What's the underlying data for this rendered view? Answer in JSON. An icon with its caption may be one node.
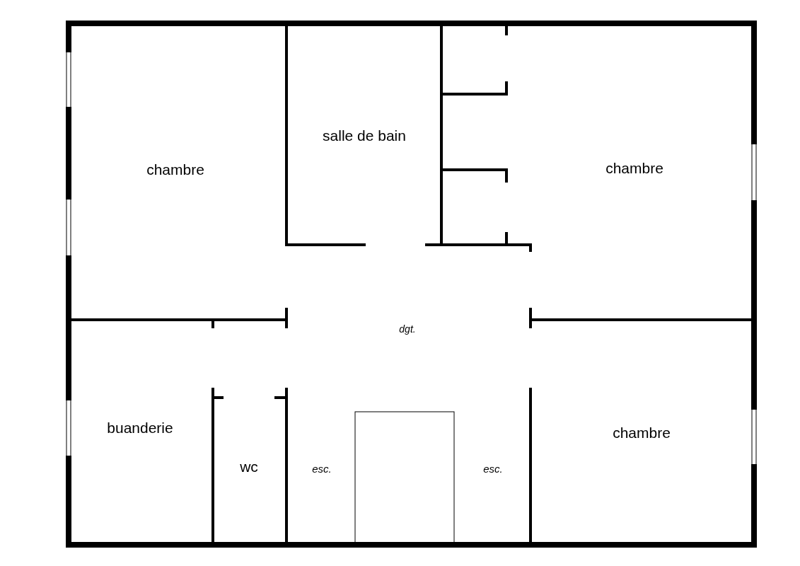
{
  "diagram": {
    "labels": [
      "chambre",
      "salle de bain",
      "chambre",
      "dgt.",
      "buanderie",
      "wc",
      "esc.",
      "esc.",
      "chambre"
    ]
  }
}
